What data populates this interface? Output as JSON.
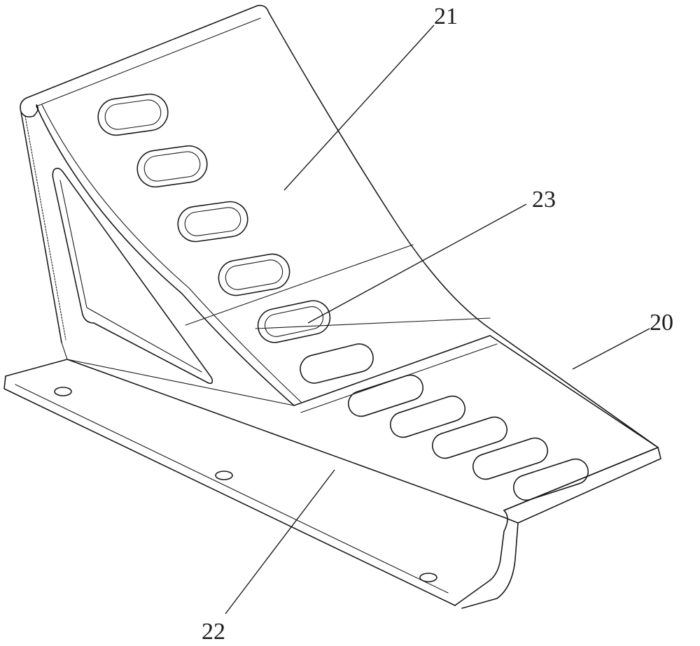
{
  "figure": {
    "callouts": [
      {
        "id": "21",
        "text": "21"
      },
      {
        "id": "23",
        "text": "23"
      },
      {
        "id": "20",
        "text": "20"
      },
      {
        "id": "22",
        "text": "22"
      }
    ]
  }
}
